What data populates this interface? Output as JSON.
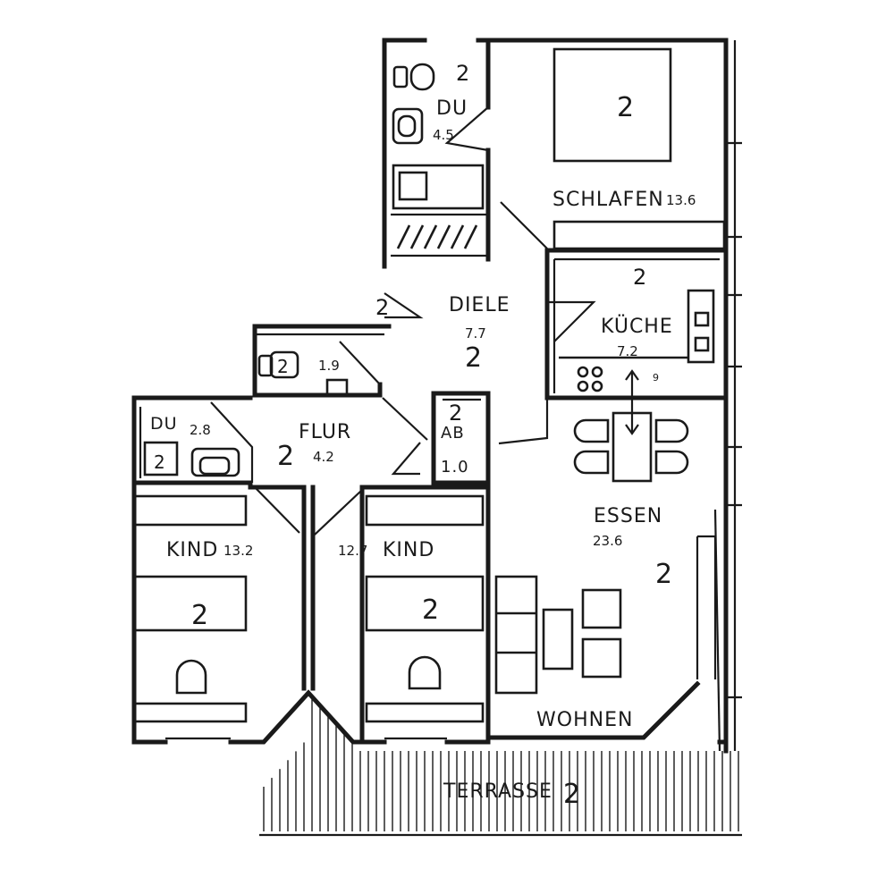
{
  "rooms": {
    "schlafen": {
      "name": "SCHLAFEN",
      "area": "13.6",
      "marker": "2"
    },
    "du_top": {
      "name": "DU",
      "area": "4.5",
      "marker": "2"
    },
    "diele": {
      "name": "DIELE",
      "area": "7.7",
      "marker": "2"
    },
    "kueche": {
      "name": "KÜCHE",
      "area": "7.2",
      "marker": "2"
    },
    "wc": {
      "area": "1.9",
      "marker": "2"
    },
    "du_small": {
      "name": "DU",
      "area": "2.8",
      "marker": "2"
    },
    "flur": {
      "name": "FLUR",
      "area": "4.2",
      "marker": "2"
    },
    "ab": {
      "name": "AB",
      "area": "1.0",
      "marker": "2"
    },
    "kind_left": {
      "name": "KIND",
      "area": "13.2",
      "marker": "2"
    },
    "kind_right": {
      "name": "KIND",
      "area": "12.7",
      "marker": "2"
    },
    "essen": {
      "name": "ESSEN",
      "area": "23.6",
      "marker": "2"
    },
    "wohnen": {
      "name": "WOHNEN"
    },
    "terrasse": {
      "name": "TERRASSE",
      "marker": "2"
    }
  },
  "entrance_marker": "2",
  "annotations": {
    "kitchen_mark": "9"
  }
}
